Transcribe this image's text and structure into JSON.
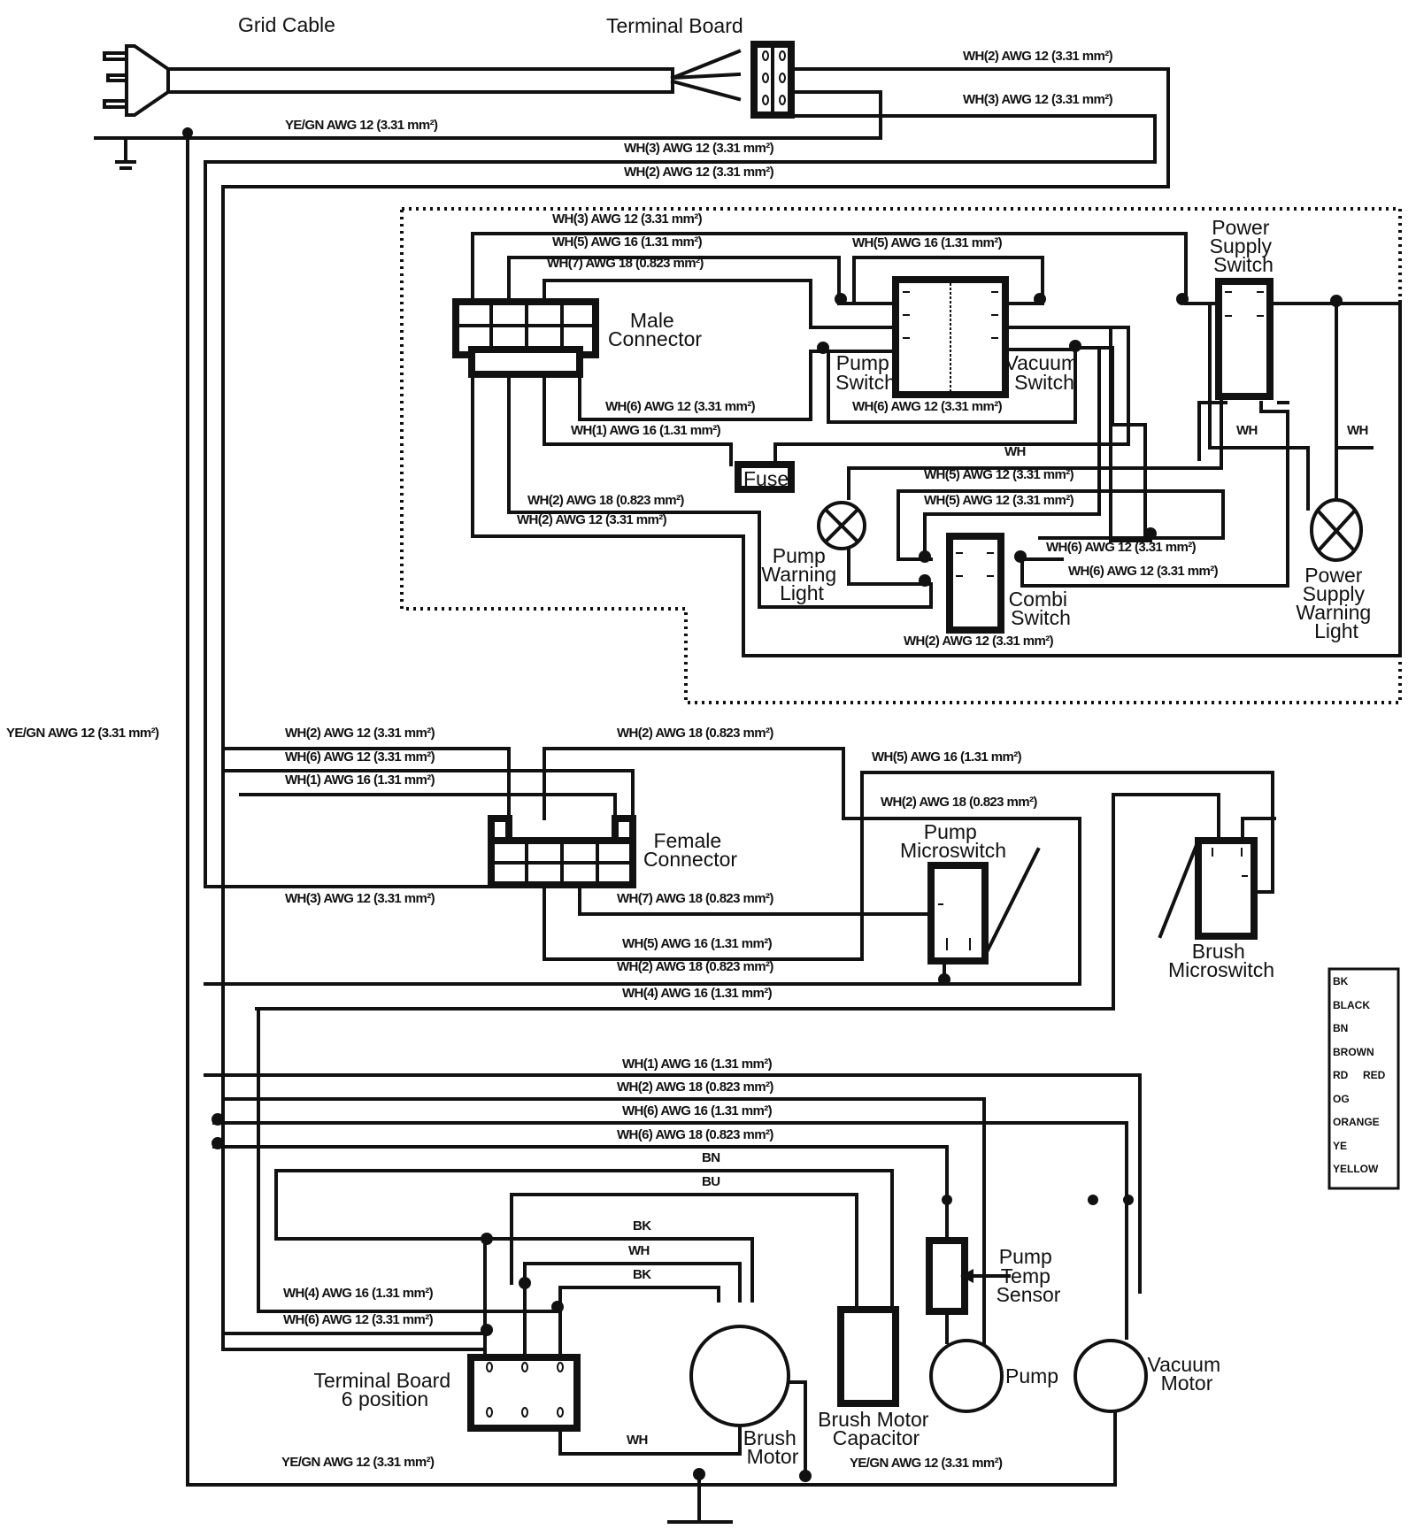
{
  "title": "Wiring Diagram",
  "components": {
    "grid_cable": "Grid Cable",
    "terminal_board": "Terminal Board",
    "male_connector": [
      "Male",
      "Connector"
    ],
    "pump_switch": [
      "Pump",
      "Switch"
    ],
    "vacuum_switch": [
      "Vacuum",
      "Switch"
    ],
    "power_supply_switch": [
      "Power",
      "Supply",
      "Switch"
    ],
    "fuse": "Fuse",
    "pump_warning_light": [
      "Pump",
      "Warning",
      "Light"
    ],
    "combi_switch": [
      "Combi",
      "Switch"
    ],
    "power_supply_warning_light": [
      "Power",
      "Supply",
      "Warning",
      "Light"
    ],
    "female_connector": [
      "Female",
      "Connector"
    ],
    "pump_microswitch": [
      "Pump",
      "Microswitch"
    ],
    "brush_microswitch": [
      "Brush",
      "Microswitch"
    ],
    "pump_temp_sensor": [
      "Pump",
      "Temp",
      "Sensor"
    ],
    "terminal_board_6": [
      "Terminal Board",
      "6 position"
    ],
    "brush_motor": [
      "Brush",
      "Motor"
    ],
    "brush_motor_capacitor": [
      "Brush Motor",
      "Capacitor"
    ],
    "pump": "Pump",
    "vacuum_motor": [
      "Vacuum",
      "Motor"
    ]
  },
  "wire_labels": {
    "top_wh2_right": "WH(2) AWG 12 (3.31 mm²)",
    "top_wh3_right": "WH(3) AWG 12 (3.31 mm²)",
    "top_yegn": "YE/GN AWG 12 (3.31 mm²)",
    "top_wh3": "WH(3) AWG 12 (3.31 mm²)",
    "top_wh2": "WH(2) AWG 12 (3.31 mm²)",
    "box_wh3": "WH(3) AWG 12 (3.31 mm²)",
    "box_wh5_left": "WH(5) AWG 16 (1.31 mm²)",
    "box_wh5_right": "WH(5) AWG 16 (1.31 mm²)",
    "box_wh7": "WH(7) AWG 18 (0.823 mm²)",
    "box_wh6_left": "WH(6) AWG 12 (3.31 mm²)",
    "box_wh6_right": "WH(6) AWG 12 (3.31 mm²)",
    "box_wh1": "WH(1) AWG 16 (1.31 mm²)",
    "box_wh": "WH",
    "box_wh_ps1": "WH",
    "box_wh_ps2": "WH",
    "box_wh5_a": "WH(5) AWG 12 (3.31 mm²)",
    "box_wh5_b": "WH(5) AWG 12 (3.31 mm²)",
    "box_wh2_18": "WH(2) AWG 18 (0.823 mm²)",
    "box_wh2_12": "WH(2) AWG 12 (3.31 mm²)",
    "combi_wh6_a": "WH(6) AWG 12 (3.31 mm²)",
    "combi_wh6_b": "WH(6) AWG 12 (3.31 mm²)",
    "combi_wh2": "WH(2) AWG 12 (3.31 mm²)",
    "left_yegn": "YE/GN AWG 12 (3.31 mm²)",
    "mid_wh2_12": "WH(2) AWG 12 (3.31 mm²)",
    "mid_wh6_12": "WH(6) AWG 12 (3.31 mm²)",
    "mid_wh1_16": "WH(1) AWG 16 (1.31 mm²)",
    "mid_wh2_18_top": "WH(2) AWG 18 (0.823 mm²)",
    "mid_wh5_16_right": "WH(5) AWG 16 (1.31 mm²)",
    "mid_wh2_18_right": "WH(2) AWG 18 (0.823 mm²)",
    "mid_wh3_12": "WH(3) AWG 12 (3.31 mm²)",
    "mid_wh7_18": "WH(7) AWG 18 (0.823 mm²)",
    "mid_wh5_16": "WH(5) AWG 16 (1.31 mm²)",
    "mid_wh2_18_low": "WH(2) AWG 18 (0.823 mm²)",
    "mid_wh4_16": "WH(4) AWG 16 (1.31 mm²)",
    "low_wh1_16": "WH(1) AWG 16 (1.31 mm²)",
    "low_wh2_18": "WH(2) AWG 18 (0.823 mm²)",
    "low_wh6_16": "WH(6) AWG 16 (1.31 mm²)",
    "low_wh6_18": "WH(6) AWG 18 (0.823 mm²)",
    "low_bn": "BN",
    "low_bu": "BU",
    "motor_bk1": "BK",
    "motor_wh": "WH",
    "motor_bk2": "BK",
    "tb_wh4_16": "WH(4) AWG 16 (1.31 mm²)",
    "tb_wh6_12": "WH(6) AWG 12 (3.31 mm²)",
    "tb_wh": "WH",
    "bottom_yegn_left": "YE/GN AWG 12 (3.31 mm²)",
    "bottom_yegn_right": "YE/GN AWG 12 (3.31 mm²)"
  },
  "legend": [
    "BK",
    "BLACK",
    "BN",
    "BROWN",
    "RD     RED",
    "OG",
    "ORANGE",
    "YE",
    "YELLOW"
  ]
}
